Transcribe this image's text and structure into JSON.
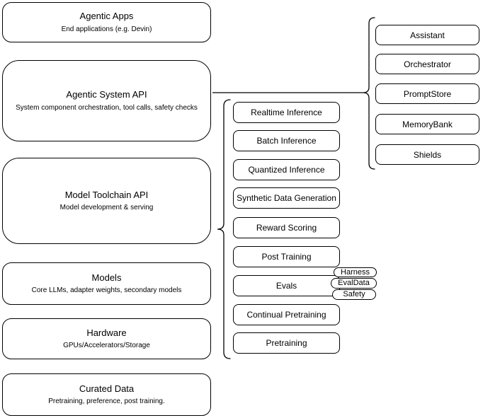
{
  "diagram": {
    "left_stack": [
      {
        "title": "Agentic Apps",
        "subtitle": "End applications (e.g. Devin)"
      },
      {
        "title": "Agentic System API",
        "subtitle": "System component orchestration, tool calls, safety checks"
      },
      {
        "title": "Model Toolchain API",
        "subtitle": "Model development & serving"
      },
      {
        "title": "Models",
        "subtitle": "Core LLMs, adapter weights, secondary models"
      },
      {
        "title": "Hardware",
        "subtitle": "GPUs/Accelerators/Storage"
      },
      {
        "title": "Curated Data",
        "subtitle": "Pretraining, preference, post training."
      }
    ],
    "toolchain_services": [
      "Realtime Inference",
      "Batch Inference",
      "Quantized Inference",
      "Synthetic Data Generation",
      "Reward Scoring",
      "Post Training",
      "Evals",
      "Continual Pretraining",
      "Pretraining"
    ],
    "eval_components": [
      "Harness",
      "EvalData",
      "Safety"
    ],
    "system_components": [
      "Assistant",
      "Orchestrator",
      "PromptStore",
      "MemoryBank",
      "Shields"
    ],
    "colors": {
      "stroke": "#000000",
      "node_fill": "#ffffff",
      "text": "#000000",
      "background": "#ffffff"
    }
  }
}
